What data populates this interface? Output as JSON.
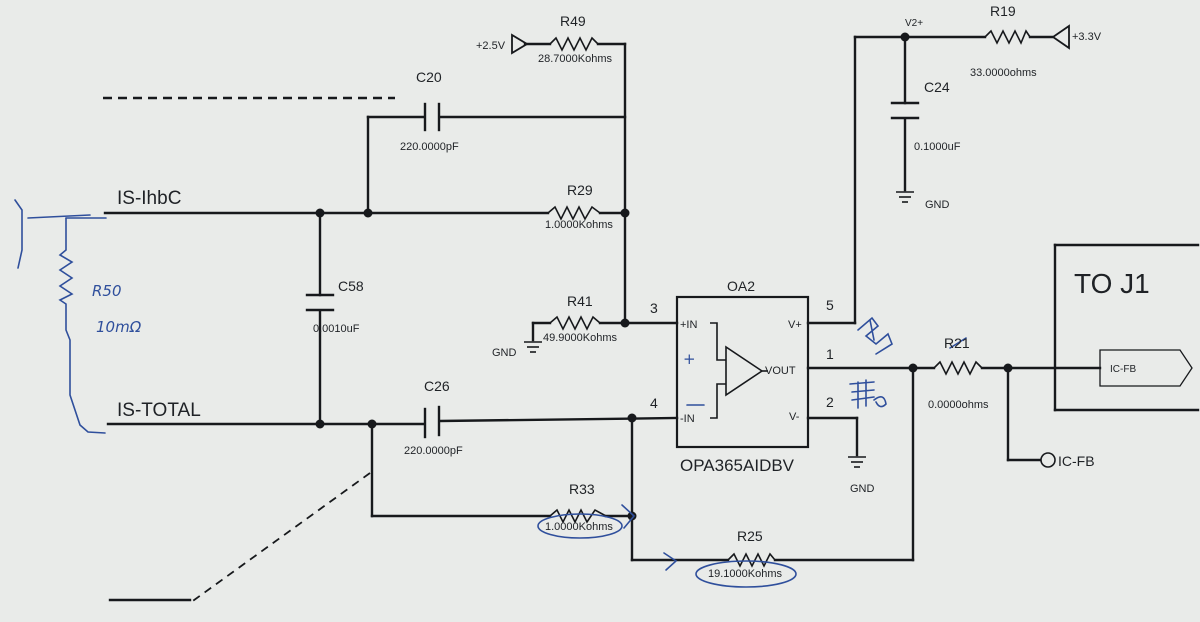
{
  "nets": {
    "is_ihbc": "IS-IhbC",
    "is_total": "IS-TOTAL",
    "v2_plus": "V2+",
    "ic_fb": "IC-FB",
    "to_j1": "TO J1"
  },
  "supplies": {
    "plus_2v5": "+2.5V",
    "plus_3v3": "+3.3V",
    "gnd": "GND"
  },
  "components": {
    "r49": {
      "ref": "R49",
      "value": "28.7000Kohms"
    },
    "r29": {
      "ref": "R29",
      "value": "1.0000Kohms"
    },
    "r41": {
      "ref": "R41",
      "value": "49.9000Kohms"
    },
    "r33": {
      "ref": "R33",
      "value": "1.0000Kohms"
    },
    "r25": {
      "ref": "R25",
      "value": "19.1000Kohms"
    },
    "r19": {
      "ref": "R19",
      "value": "33.0000ohms"
    },
    "r21": {
      "ref": "R21",
      "value": "0.0000ohms"
    },
    "c20": {
      "ref": "C20",
      "value": "220.0000pF"
    },
    "c58": {
      "ref": "C58",
      "value": "0.0010uF"
    },
    "c26": {
      "ref": "C26",
      "value": "220.0000pF"
    },
    "c24": {
      "ref": "C24",
      "value": "0.1000uF"
    }
  },
  "opamp": {
    "ref": "OA2",
    "part": "OPA365AIDBV",
    "pins": {
      "in_plus": "+IN",
      "in_minus": "-IN",
      "vout": "VOUT",
      "v_plus": "V+",
      "v_minus": "V-"
    },
    "pin_numbers": {
      "in_plus": "3",
      "in_minus": "4",
      "vout": "1",
      "v_plus": "5",
      "v_minus": "2"
    }
  },
  "connector": {
    "port_label": "IC-FB"
  },
  "annotations": {
    "handwritten_resistor": "R50",
    "handwritten_value": "10mΩ",
    "plus_mark": "+",
    "minus_mark": "−"
  }
}
